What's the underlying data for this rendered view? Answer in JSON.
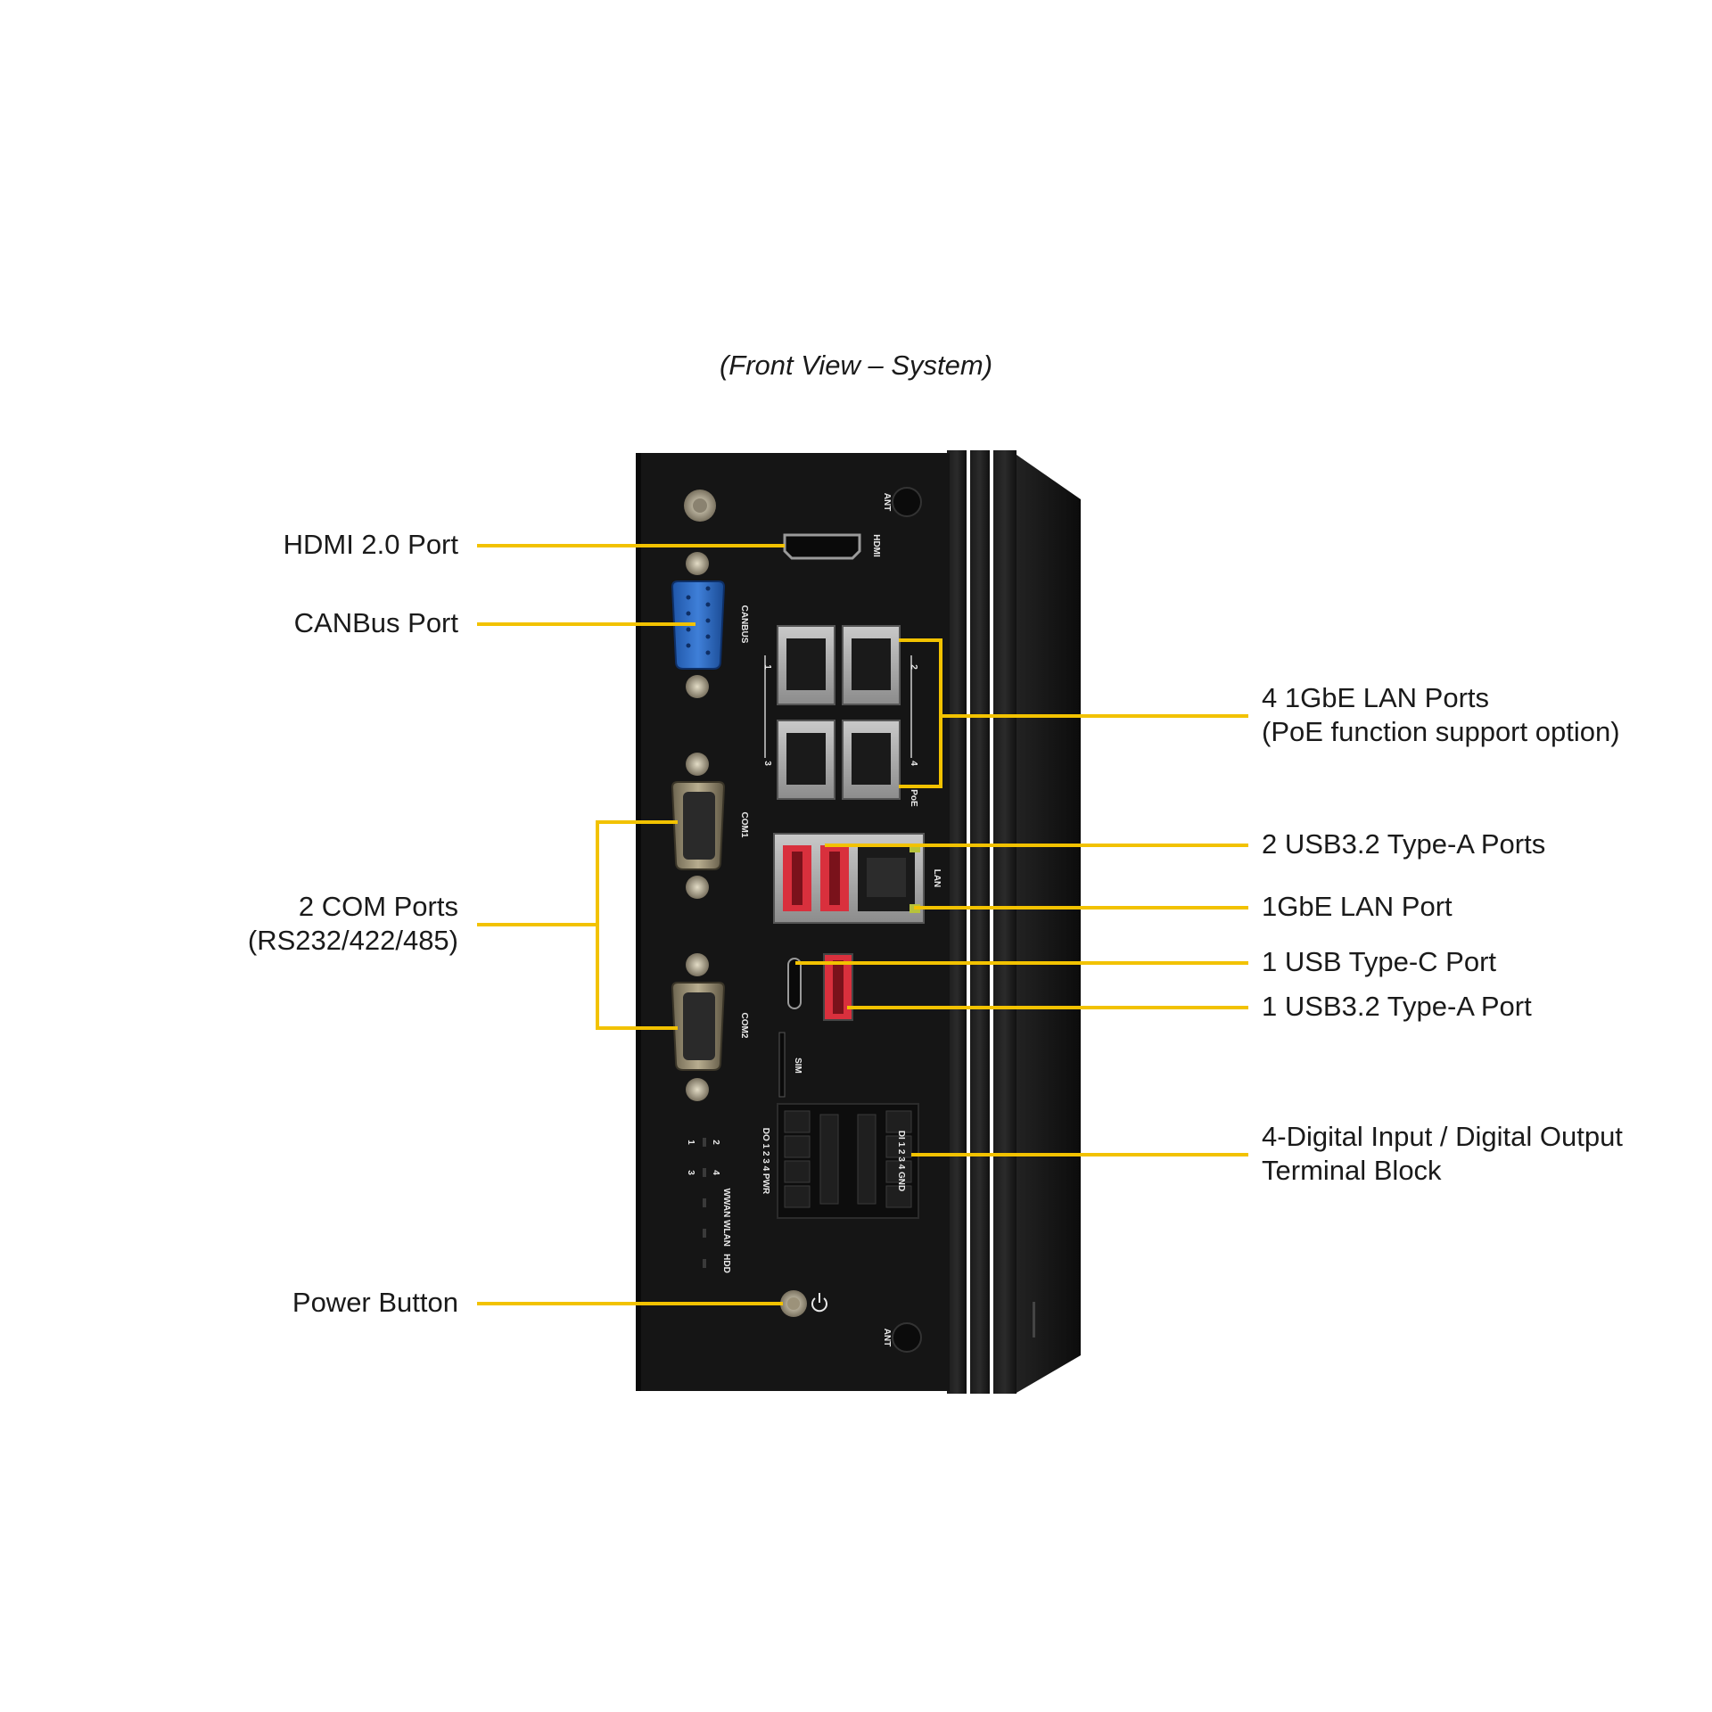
{
  "title": "(Front View – System)",
  "callout_color": "#f2c200",
  "chassis_color": "#151515",
  "labels": {
    "hdmi": "HDMI 2.0 Port",
    "canbus": "CANBus Port",
    "com_line1": "2 COM Ports",
    "com_line2": "(RS232/422/485)",
    "power": "Power Button",
    "lan4_line1": "4 1GbE LAN Ports",
    "lan4_line2": "(PoE function support option)",
    "usb2": "2 USB3.2 Type-A Ports",
    "lan1": "1GbE LAN Port",
    "usbc": "1 USB Type-C Port",
    "usb1": "1 USB3.2 Type-A Port",
    "dio_line1": "4-Digital Input / Digital Output",
    "dio_line2": "Terminal Block"
  },
  "panel_markings": {
    "ant": "ANT",
    "hdmi": "HDMI",
    "canbus": "CANBUS",
    "com1": "COM1",
    "com2": "COM2",
    "lan": "LAN",
    "sim": "SIM",
    "poe": "PoE",
    "port1": "1",
    "port2": "2",
    "port3": "3",
    "port4": "4",
    "do": "DO 1 2 3 4 PWR",
    "di": "DI 1 2 3 4 GND",
    "led1": "1",
    "led2": "2",
    "led3": "3",
    "led4": "4",
    "wwan": "WWAN",
    "wlan": "WLAN",
    "hdd": "HDD"
  }
}
